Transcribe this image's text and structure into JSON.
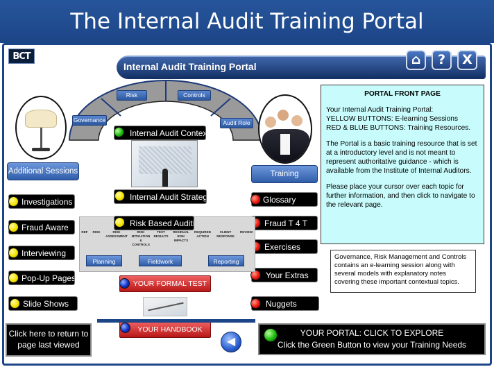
{
  "banner": {
    "title": "The Internal Audit Training Portal"
  },
  "logo": {
    "text": "BCT"
  },
  "titlebar": {
    "label": "Internal Audit Training Portal"
  },
  "nav": {
    "home": "⌂",
    "help": "?",
    "close": "X"
  },
  "arc": {
    "risk": "Risk",
    "controls": "Controls",
    "governance": "Governance",
    "audit_role": "Audit Role",
    "context": "Internal Audit Context"
  },
  "left_sessions": {
    "header": "Additional Sessions",
    "items": [
      "Investigations",
      "Fraud Aware",
      "Interviewing",
      "Pop-Up Pages",
      "Slide Shows"
    ]
  },
  "right_resources": {
    "header": "Training Resources",
    "items": [
      "Glossary",
      "Fraud  T 4 T",
      "Exercises",
      "Your Extras",
      "Nuggets"
    ]
  },
  "center": {
    "strategy": "Internal Audit Strategy",
    "risk_based": "Risk Based Auditing",
    "columns": [
      "REF",
      "RISK",
      "RISK ASSESSMENT",
      "RISK MITIGATION & CONTROLS",
      "TEST RESULTS",
      "RESIDUAL RISK IMPACTS",
      "REQUIRED ACTION",
      "CLIENT RESPONSE",
      "REVIEW"
    ],
    "phases": [
      "Planning",
      "Fieldwork",
      "Reporting"
    ],
    "formal_test": "YOUR FORMAL TEST",
    "handbook": "YOUR HANDBOOK"
  },
  "info_panel": {
    "heading": "PORTAL FRONT PAGE",
    "line1": "Your Internal Audit Training Portal:",
    "line2": "YELLOW BUTTONS: E-learning Sessions",
    "line3": "RED & BLUE BUTTONS: Training Resources.",
    "para2": "The Portal is a basic training resource that is set at a introductory level and is not meant to represent authoritative guidance - which is available from the Institute of Internal Auditors.",
    "para3": "Please place your cursor over each topic for further information, and then click to navigate to the relevant page."
  },
  "note_panel": {
    "text": "Governance, Risk Management and Controls contains an e-learning session along with several models with explanatory notes covering these important contextual topics."
  },
  "footer": {
    "return_text": "Click here to return to page last viewed",
    "portal_title": "YOUR PORTAL: CLICK TO EXPLORE",
    "portal_sub": "Click the Green Button to view your Training Needs",
    "back_arrow": "◀"
  },
  "colors": {
    "brand_blue": "#1c4587",
    "panel_cyan": "#c8fcfc",
    "accent_red": "#d41c1c"
  }
}
